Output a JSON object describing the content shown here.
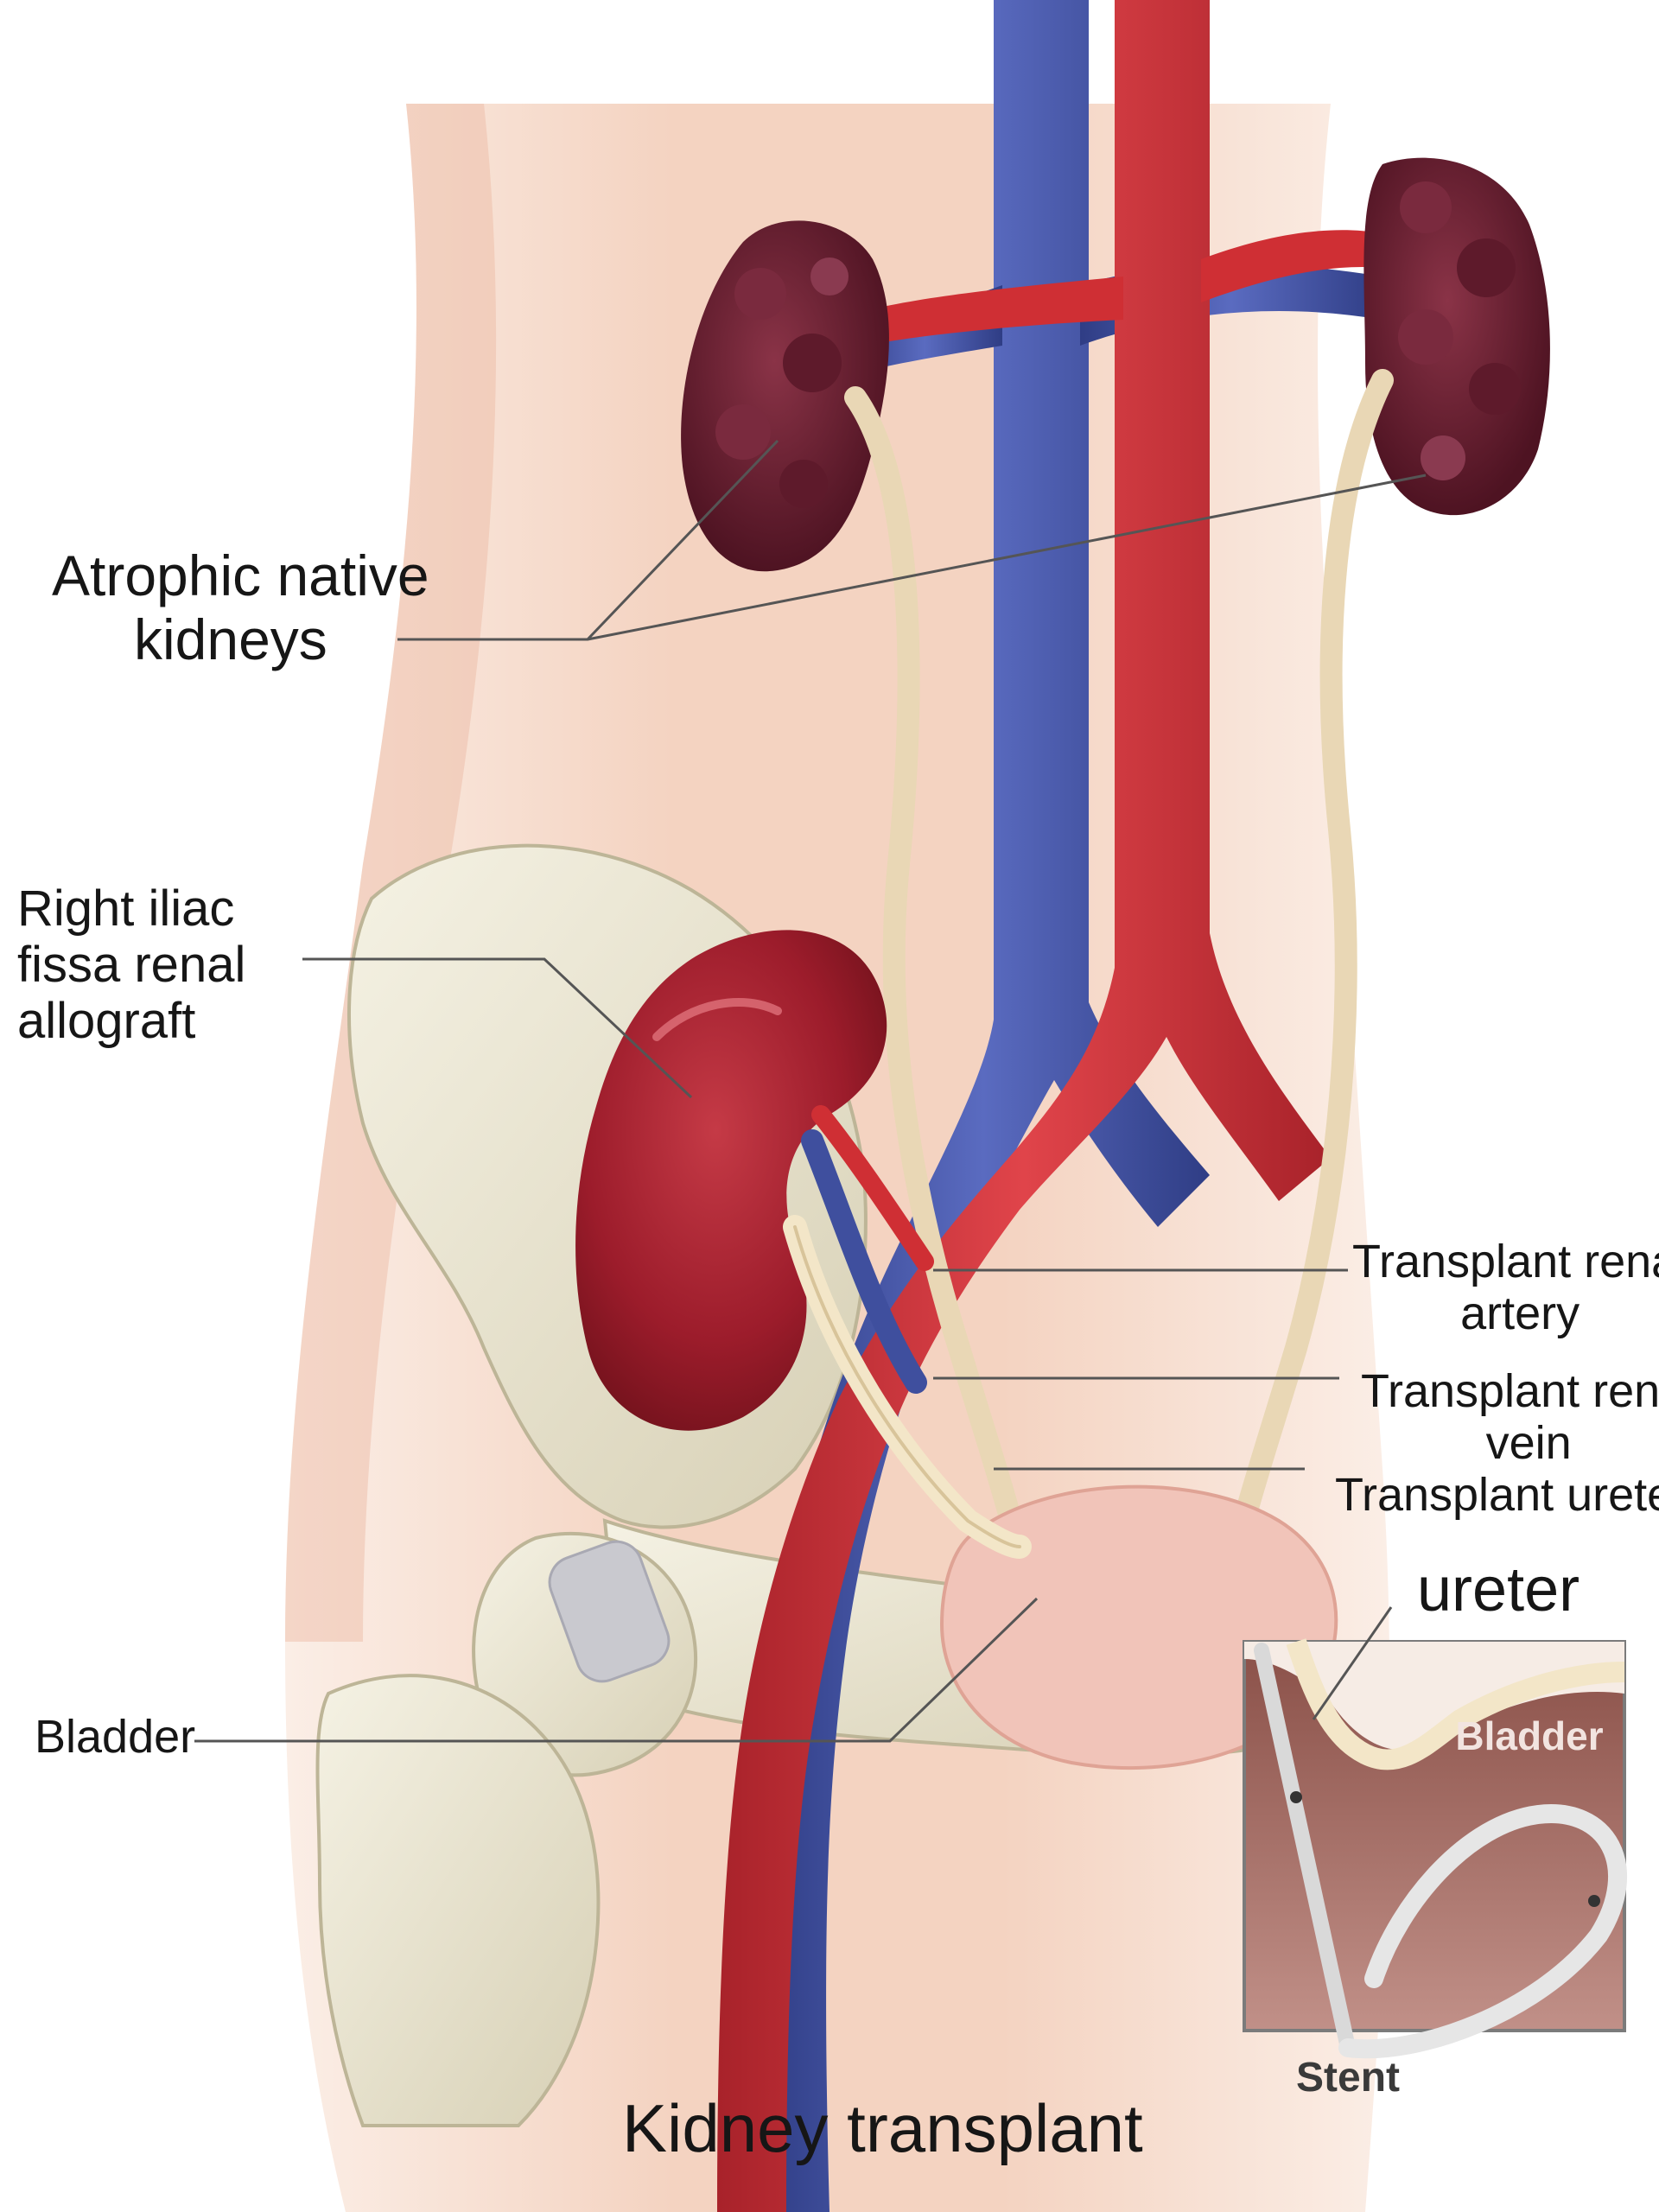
{
  "labels": {
    "atrophic_native_kidneys_l1": "Atrophic native",
    "atrophic_native_kidneys_l2": "kidneys",
    "right_iliac_l1": "Right iliac",
    "right_iliac_l2": "fissa renal",
    "right_iliac_l3": "allograft",
    "transplant_artery_l1": "Transplant renal",
    "transplant_artery_l2": "artery",
    "transplant_vein_l1": "Transplant renal",
    "transplant_vein_l2": "vein",
    "transplant_ureter": "Transplant ureter",
    "ureter": "ureter",
    "bladder": "Bladder",
    "inset_bladder": "Bladder",
    "inset_stent": "Stent",
    "caption": "Kidney transplant"
  },
  "colors": {
    "skin": "#f6d9c8",
    "skin_shadow": "#eab9a2",
    "artery": "#cf2f34",
    "vein": "#3f4f9e",
    "native_kidney": "#6e1f30",
    "transplant_kidney": "#9c1c2b",
    "bone": "#e9e4cf",
    "ureter": "#f3e6c8",
    "bladder": "#f1c4b9",
    "inset_bg": "#a9726a",
    "leader_line": "#555555"
  }
}
